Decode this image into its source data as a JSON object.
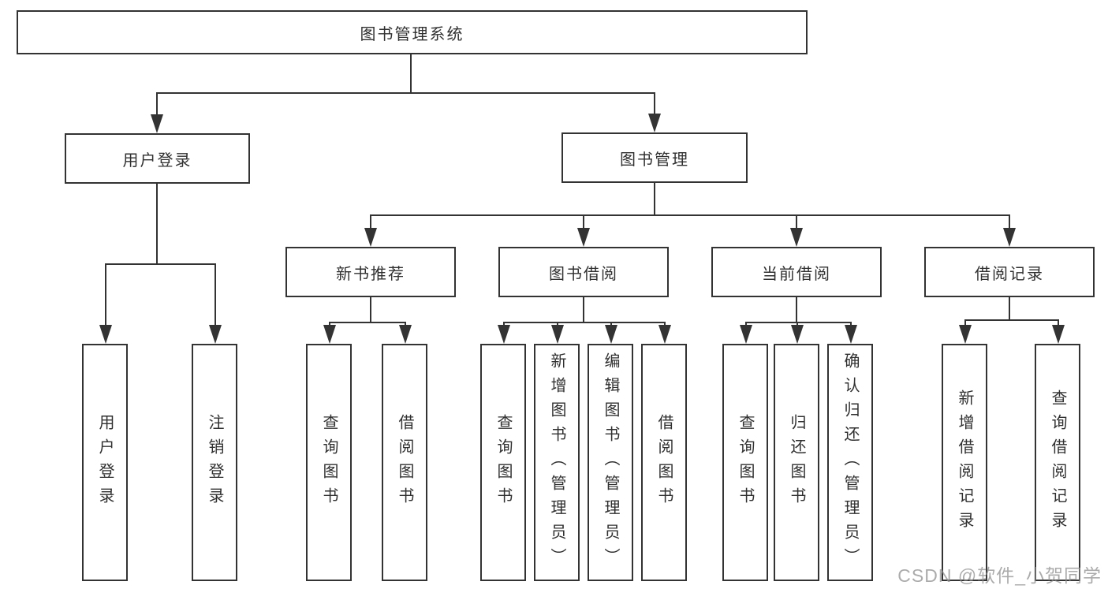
{
  "nodes": {
    "root": {
      "label": "图书管理系统"
    },
    "user_login": {
      "label": "用户登录"
    },
    "book_mgmt": {
      "label": "图书管理"
    },
    "new_books": {
      "label": "新书推荐"
    },
    "book_borrow": {
      "label": "图书借阅"
    },
    "current_borrow": {
      "label": "当前借阅"
    },
    "borrow_records": {
      "label": "借阅记录"
    },
    "leaf_user_login": {
      "label": "用户登录"
    },
    "leaf_logout": {
      "label": "注销登录"
    },
    "leaf_nb_query": {
      "label": "查询图书"
    },
    "leaf_nb_borrow": {
      "label": "借阅图书"
    },
    "leaf_bb_query": {
      "label": "查询图书"
    },
    "leaf_bb_add": {
      "label": "新增图书（管理员）"
    },
    "leaf_bb_edit": {
      "label": "编辑图书（管理员）"
    },
    "leaf_bb_borrow": {
      "label": "借阅图书"
    },
    "leaf_cb_query": {
      "label": "查询图书"
    },
    "leaf_cb_return": {
      "label": "归还图书"
    },
    "leaf_cb_confirm": {
      "label": "确认归还（管理员）"
    },
    "leaf_br_add": {
      "label": "新增借阅记录"
    },
    "leaf_br_query": {
      "label": "查询借阅记录"
    }
  },
  "watermark": {
    "text": "CSDN @软件_小贺同学"
  },
  "colors": {
    "line": "#333333",
    "text": "#303030",
    "watermark": "#909090",
    "background": "#ffffff"
  }
}
